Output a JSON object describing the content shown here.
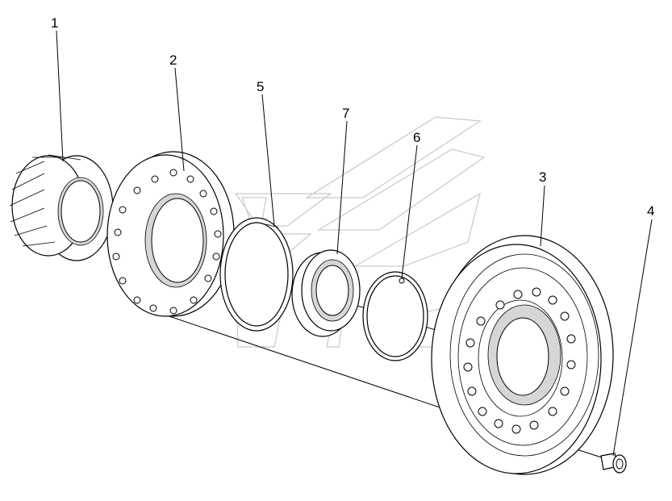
{
  "labels": [
    {
      "id": "1",
      "text": "1"
    },
    {
      "id": "2",
      "text": "2"
    },
    {
      "id": "3",
      "text": "3"
    },
    {
      "id": "4",
      "text": "4"
    },
    {
      "id": "5",
      "text": "5"
    },
    {
      "id": "6",
      "text": "6"
    },
    {
      "id": "7",
      "text": "7"
    }
  ],
  "colors": {
    "line": "#000000",
    "background": "#ffffff",
    "watermark": "#c9c9c9",
    "shade": "#d6d6d6"
  }
}
